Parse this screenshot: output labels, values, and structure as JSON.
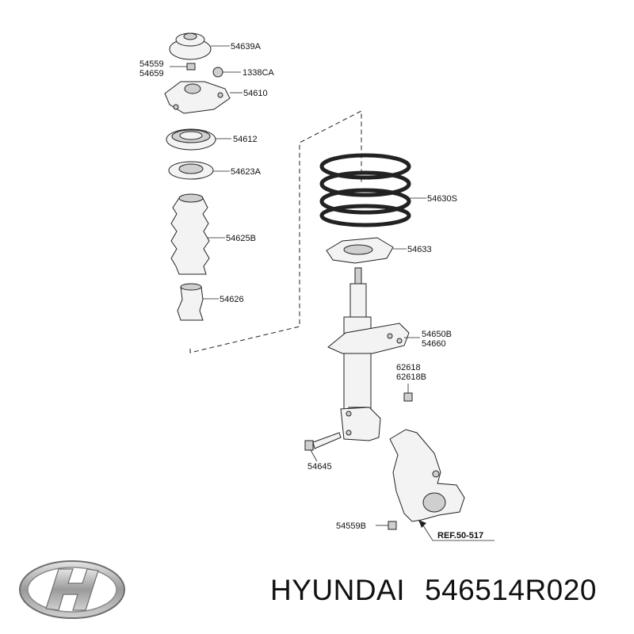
{
  "diagram": {
    "labels": {
      "p54639A": "54639A",
      "p54559": "54559",
      "p54659": "54659",
      "p1338CA": "1338CA",
      "p54610": "54610",
      "p54612": "54612",
      "p54623A": "54623A",
      "p54625B": "54625B",
      "p54626": "54626",
      "p54630S": "54630S",
      "p54633": "54633",
      "p54650B": "54650B",
      "p54660": "54660",
      "p62618": "62618",
      "p62618B": "62618B",
      "p54645": "54645",
      "p54559B": "54559B",
      "ref": "REF.50-517"
    }
  },
  "footer": {
    "brand": "HYUNDAI",
    "part_number": "546514R020"
  }
}
